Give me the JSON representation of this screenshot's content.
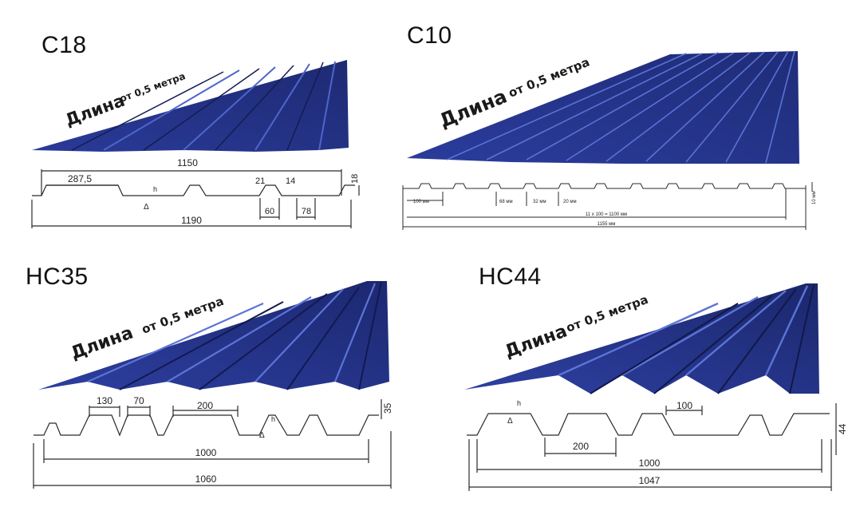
{
  "colors": {
    "sheet_dark": "#1f2a6e",
    "sheet_mid": "#2d3f9e",
    "sheet_light": "#4a62c9",
    "line": "#2a2a2a"
  },
  "panels": {
    "c18": {
      "title": "С18",
      "length_label": "Длина",
      "length_value": "от 0,5 метра",
      "dims": {
        "width_top": "1150",
        "pitch": "287,5",
        "h_mark": "h",
        "delta_mark": "Δ",
        "rib_top": "21",
        "rib_gap": "14",
        "rib_base": "60",
        "valley": "78",
        "height": "18",
        "width_total": "1190"
      }
    },
    "c10": {
      "title": "С10",
      "length_label": "Длина",
      "length_value": "от 0,5 метра",
      "dims": {
        "edge": "100 мм",
        "a": "68 мм",
        "b": "32 мм",
        "c": "20 мм",
        "span": "11 х 100 = 1100 мм",
        "total": "1155 мм",
        "height": "10 мм"
      }
    },
    "hc35": {
      "title": "НС35",
      "length_label": "Длина",
      "length_value": "от 0,5 метра",
      "dims": {
        "a": "130",
        "b": "70",
        "c": "200",
        "height": "35",
        "h_mark": "h",
        "delta_mark": "Δ",
        "useful": "1000",
        "total": "1060"
      }
    },
    "hc44": {
      "title": "НС44",
      "length_label": "Длина",
      "length_value": "от 0,5 метра",
      "dims": {
        "top": "100",
        "bottom": "200",
        "height": "44",
        "h_mark": "h",
        "delta_mark": "Δ",
        "useful": "1000",
        "total": "1047"
      }
    }
  }
}
